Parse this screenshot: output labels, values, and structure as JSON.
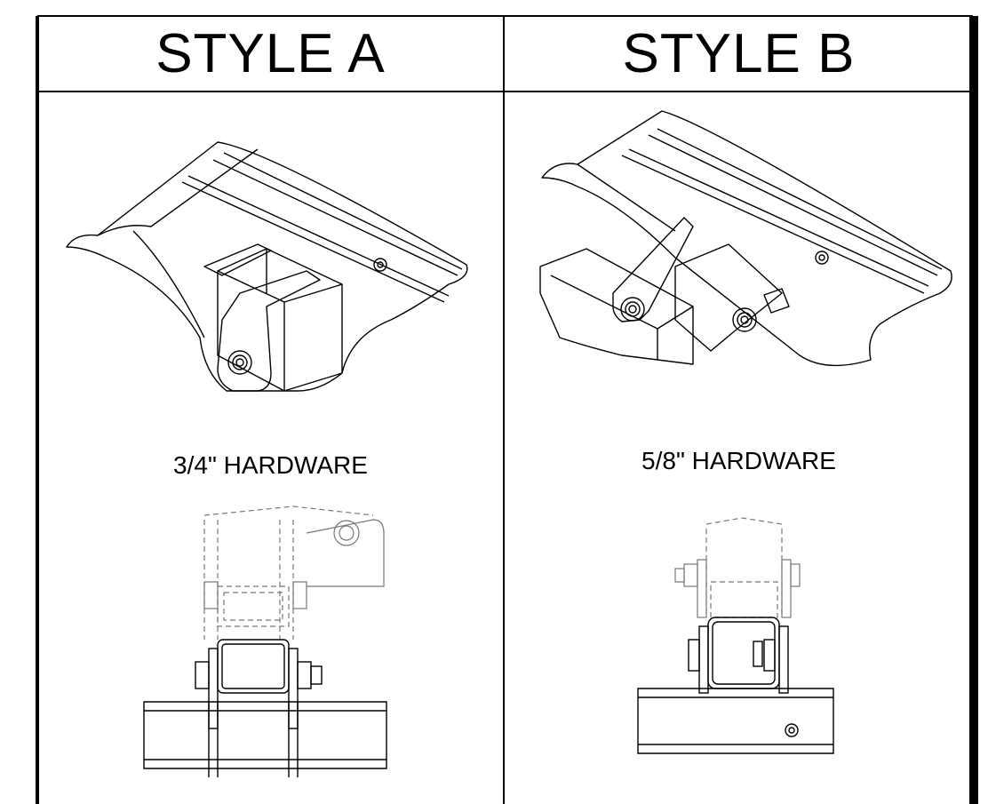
{
  "styles": [
    {
      "title": "STYLE A",
      "hardware": "3/4\" HARDWARE"
    },
    {
      "title": "STYLE B",
      "hardware": "5/8\" HARDWARE"
    }
  ],
  "colors": {
    "line": "#000000",
    "hidden_line": "#777777",
    "background": "#ffffff"
  }
}
